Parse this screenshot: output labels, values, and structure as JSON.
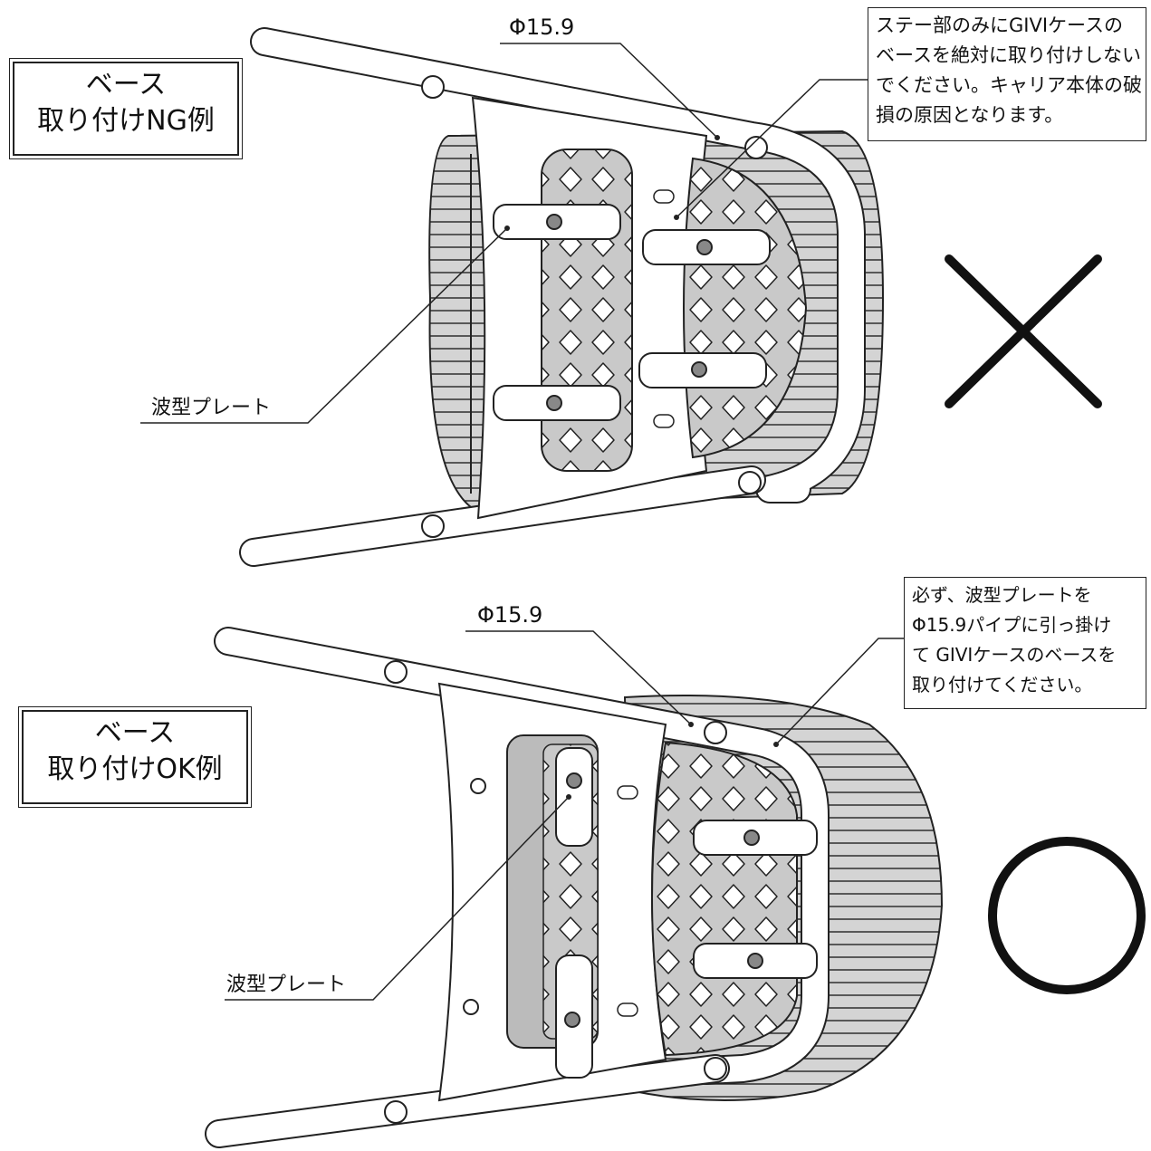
{
  "ng": {
    "title_line1": "ベース",
    "title_line2": "取り付けNG例",
    "pipe_label": "Φ15.9",
    "plate_label": "波型プレート",
    "note_lines": [
      "ステー部のみにGIVIケースの",
      "ベースを絶対に取り付けしない",
      "でください。キャリア本体の破",
      "損の原因となります。"
    ],
    "verdict": "cross"
  },
  "ok": {
    "title_line1": "ベース",
    "title_line2": "取り付けOK例",
    "pipe_label": "Φ15.9",
    "plate_label": "波型プレート",
    "note_lines": [
      "必ず、波型プレートを",
      "Φ15.9パイプに引っ掛け",
      "て GIVIケースのベースを",
      "取り付けてください。"
    ],
    "verdict": "circle"
  },
  "colors": {
    "line": "#222222",
    "plate_fill": "#c9c9c9",
    "base_fill": "#d4d4d4",
    "paper": "#ffffff"
  }
}
